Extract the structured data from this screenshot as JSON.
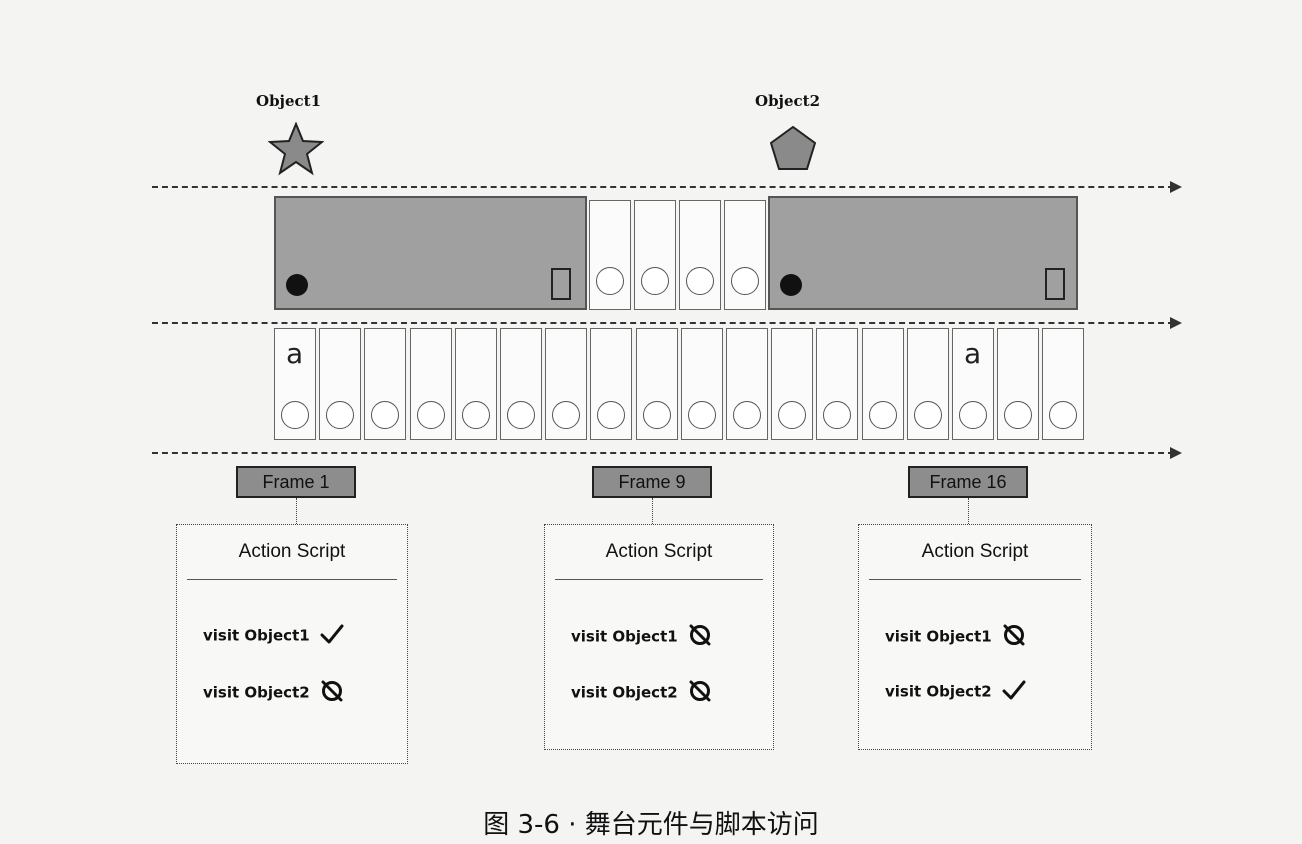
{
  "objects": [
    {
      "label": "Object1",
      "shape": "star-icon"
    },
    {
      "label": "Object2",
      "shape": "pentagon-icon"
    }
  ],
  "layers": {
    "upper": {
      "filled_blocks": 2,
      "empty_cells": 4
    },
    "lower": {
      "cell_count": 18,
      "glyph": "a",
      "glyph_cells": [
        1,
        16
      ]
    }
  },
  "frames": [
    {
      "label": "Frame 1",
      "script_title": "Action Script",
      "visits": [
        {
          "text": "visit Object1",
          "status": "check"
        },
        {
          "text": "visit Object2",
          "status": "denied"
        }
      ]
    },
    {
      "label": "Frame 9",
      "script_title": "Action Script",
      "visits": [
        {
          "text": "visit Object1",
          "status": "denied"
        },
        {
          "text": "visit Object2",
          "status": "denied"
        }
      ]
    },
    {
      "label": "Frame 16",
      "script_title": "Action Script",
      "visits": [
        {
          "text": "visit Object1",
          "status": "denied"
        },
        {
          "text": "visit Object2",
          "status": "check"
        }
      ]
    }
  ],
  "caption": "图 3-6 · 舞台元件与脚本访问",
  "colors": {
    "block_fill": "#a0a0a0",
    "frame_tag_fill": "#8d8d8d",
    "object_fill": "#8a8a8a"
  }
}
